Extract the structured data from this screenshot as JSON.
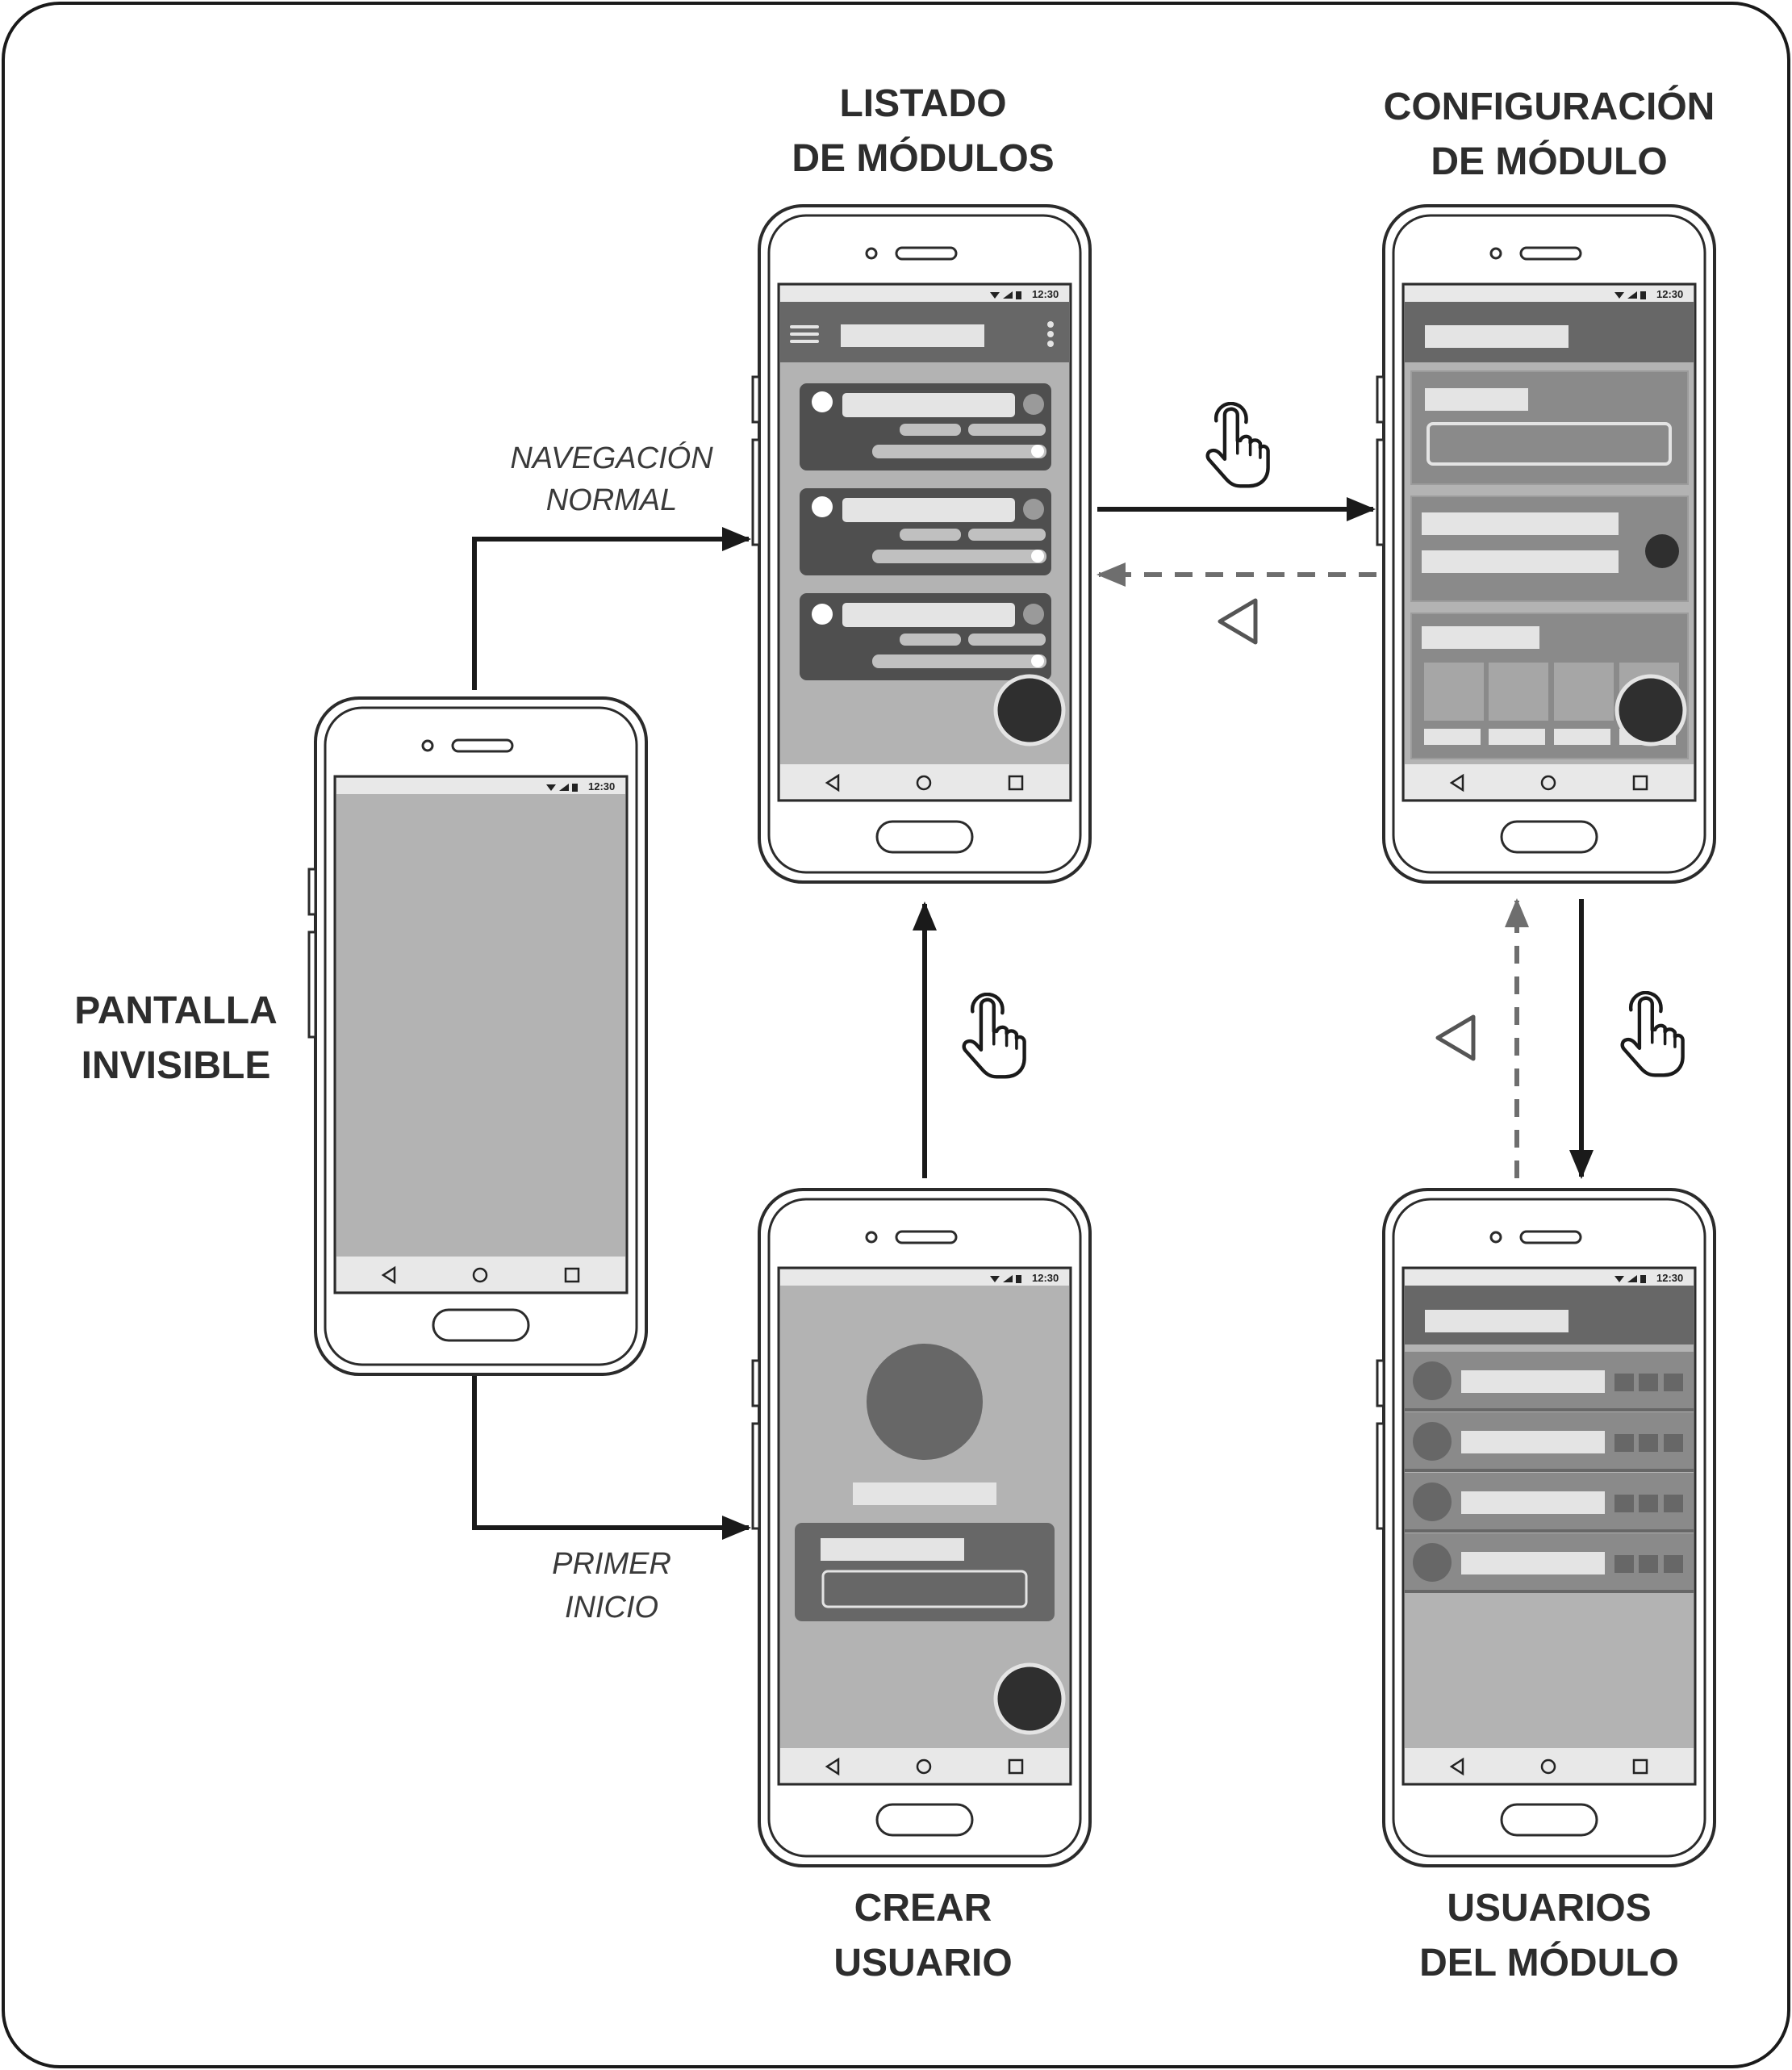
{
  "labels": {
    "pantalla_invisible": [
      "PANTALLA",
      "INVISIBLE"
    ],
    "listado_modulos": [
      "LISTADO",
      "DE MÓDULOS"
    ],
    "configuracion_modulo": [
      "CONFIGURACIÓN",
      "DE MÓDULO"
    ],
    "crear_usuario": [
      "CREAR",
      "USUARIO"
    ],
    "usuarios_modulo": [
      "USUARIOS",
      "DEL MÓDULO"
    ],
    "navegacion_normal": [
      "NAVEGACIÓN",
      "NORMAL"
    ],
    "primer_inicio": [
      "PRIMER",
      "INICIO"
    ]
  },
  "status_time": "12:30",
  "icons": {
    "tap": "hand-tap-icon",
    "back": "back-triangle-icon",
    "nav_back": "nav-back-icon",
    "nav_home": "nav-home-icon",
    "nav_recent": "nav-recent-icon"
  },
  "colors": {
    "outline": "#2b2b2b",
    "screen_bg": "#b3b3b3",
    "appbar": "#676767",
    "card": "#4f4f4f",
    "placeholder": "#e4e4e4",
    "fab": "#2f2f2f",
    "arrow": "#1a1a1a",
    "dashed_arrow": "#6e6e6e"
  }
}
